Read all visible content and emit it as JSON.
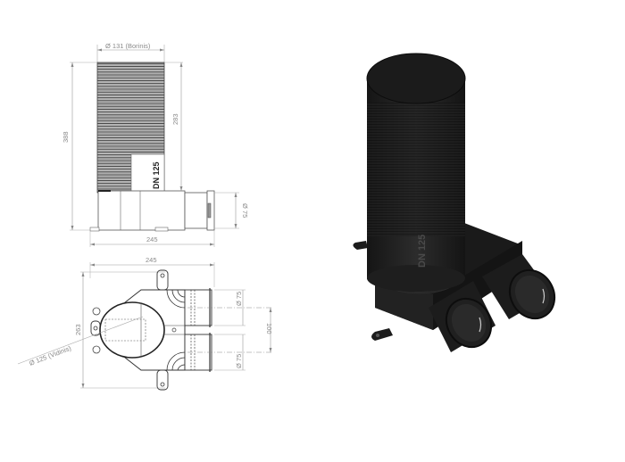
{
  "drawing": {
    "front_view": {
      "dim_diameter_top": "Ø 131 (Borinis)",
      "dim_height_total": "388",
      "dim_height_pipe": "283",
      "dim_outlet_diameter": "Ø 75",
      "dim_width": "245",
      "label": "DN 125"
    },
    "top_view": {
      "dim_width": "245",
      "dim_depth": "263",
      "dim_outlet_top": "Ø 75",
      "dim_outlet_bottom": "Ø 75",
      "dim_spacing": "100",
      "dim_inner_diameter": "Ø 125 (Vidinis)"
    },
    "iso_view": {
      "label": "DN 125"
    }
  },
  "colors": {
    "line": "#555555",
    "dim": "#999999",
    "body": "#1c1c1c",
    "background": "#ffffff"
  }
}
